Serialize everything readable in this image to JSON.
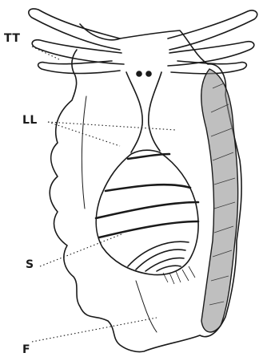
{
  "figure": {
    "labels": {
      "tt": "TT",
      "ll": "LL",
      "s": "S",
      "f": "F"
    },
    "ink_color": "#1a1a1a",
    "paper_color": "#ffffff",
    "shade_color": "#8a8a8a"
  }
}
